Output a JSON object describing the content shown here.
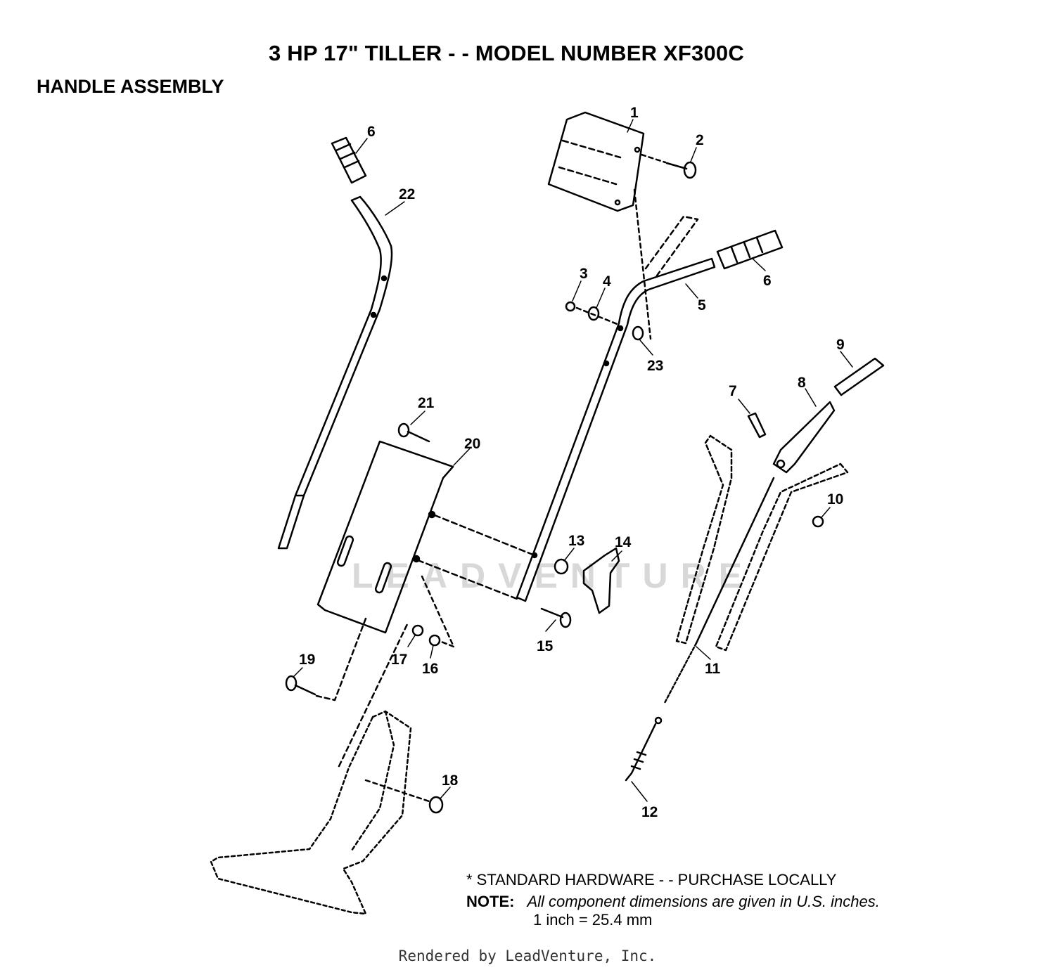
{
  "header": {
    "title": "3 HP 17\" TILLER - - MODEL NUMBER XF300C",
    "section": "HANDLE ASSEMBLY"
  },
  "callouts": [
    "1",
    "2",
    "3",
    "4",
    "5",
    "6",
    "6",
    "7",
    "8",
    "9",
    "10",
    "11",
    "12",
    "13",
    "14",
    "15",
    "16",
    "17",
    "18",
    "19",
    "20",
    "21",
    "22",
    "23"
  ],
  "notes": {
    "standard_hardware": "* STANDARD HARDWARE - - PURCHASE LOCALLY",
    "note_label": "NOTE:",
    "note_text": "All component dimensions are given in U.S. inches.",
    "conversion": "1 inch = 25.4 mm"
  },
  "watermark": "LEADVENTURE",
  "footer": "Rendered by LeadVenture, Inc."
}
